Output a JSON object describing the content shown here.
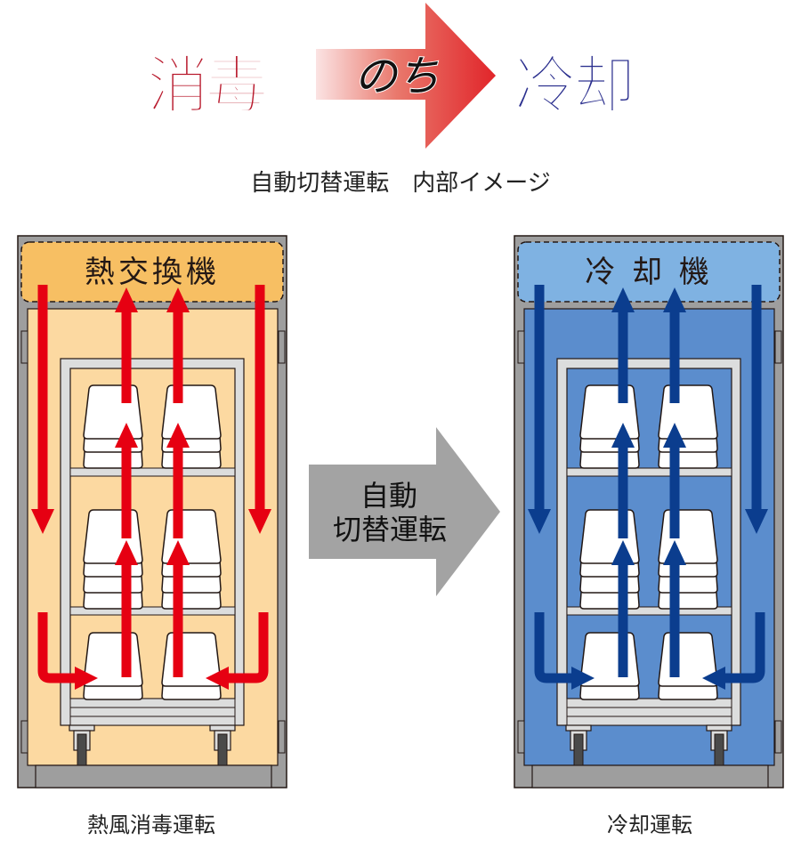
{
  "title": {
    "left": "消毒",
    "middle": "のち",
    "right": "冷却"
  },
  "subtitle": "自動切替運転　内部イメージ",
  "transition_arrow": {
    "line1": "自動",
    "line2": "切替運転"
  },
  "cabinets": [
    {
      "id": "heat",
      "unit_label": "熱交換機",
      "caption": "熱風消毒運転",
      "colors": {
        "header": "#f7bf63",
        "panel": "#fcd9a1",
        "arrow": "#e60012"
      }
    },
    {
      "id": "cool",
      "unit_label": "冷 却 機",
      "caption": "冷却運転",
      "colors": {
        "header": "#7fb2e2",
        "panel": "#5b8dcd",
        "arrow": "#0b3d8e"
      }
    }
  ],
  "colors": {
    "title_red": "#b8192c",
    "title_blue": "#2b2f8e",
    "cabinet_gray": "#9e9e9e",
    "rack_gray": "#dcdddd",
    "transition_gray": "#a3a3a3"
  }
}
